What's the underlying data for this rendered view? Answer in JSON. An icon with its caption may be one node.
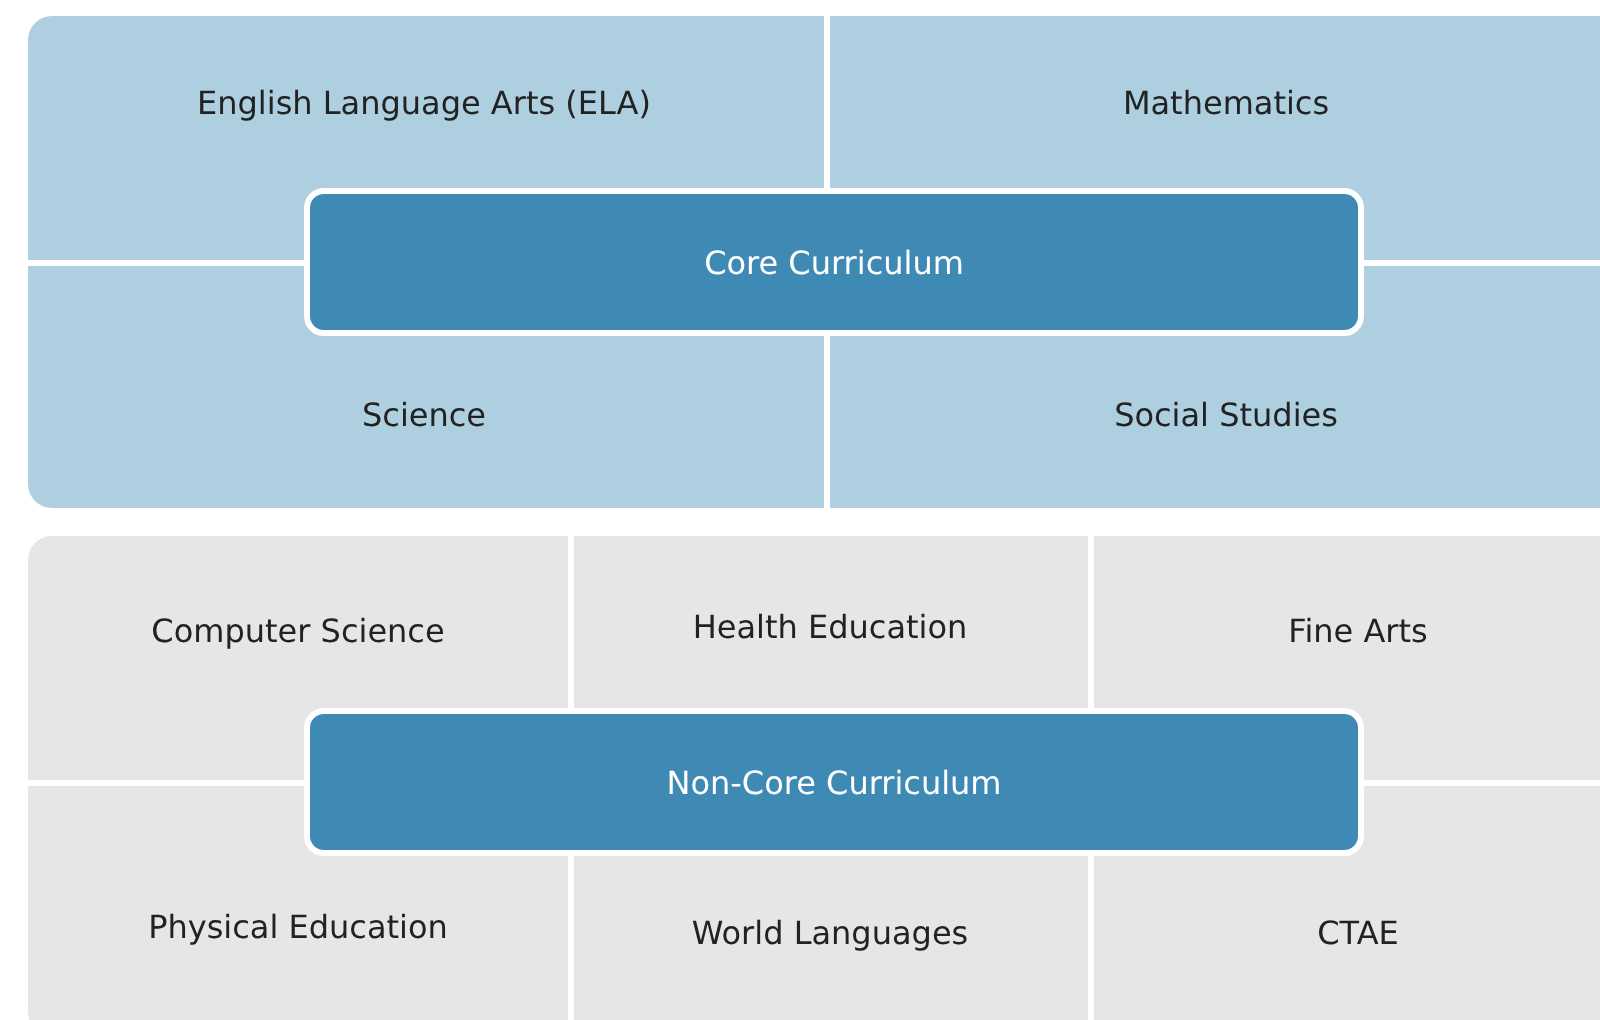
{
  "diagram": {
    "nodes": [
      {
        "text": [],
        "shape": "box"
      },
      {
        "text": [
          "English Language Arts (ELA)"
        ],
        "in": 0
      },
      {
        "text": [
          "Mathematics"
        ],
        "in": 0
      },
      {
        "text": [
          "Core Curriculum"
        ],
        "in": 0
      },
      {
        "text": [
          "Science"
        ],
        "in": 0
      },
      {
        "text": [
          "Social Studies"
        ],
        "in": 0
      },
      {
        "text": [],
        "shape": "box"
      },
      {
        "text": [
          "Computer Science"
        ],
        "in": 6
      },
      {
        "text": [
          "Health Education"
        ],
        "in": 6
      },
      {
        "text": [
          "Fine Arts"
        ],
        "in": 6
      },
      {
        "text": [
          "Non-Core Curriculum"
        ],
        "in": 6
      },
      {
        "text": [
          "Physical Education"
        ],
        "in": 6
      },
      {
        "text": [
          "World Languages"
        ],
        "in": 6
      },
      {
        "text": [
          "CTAE"
        ],
        "in": 6
      }
    ]
  }
}
